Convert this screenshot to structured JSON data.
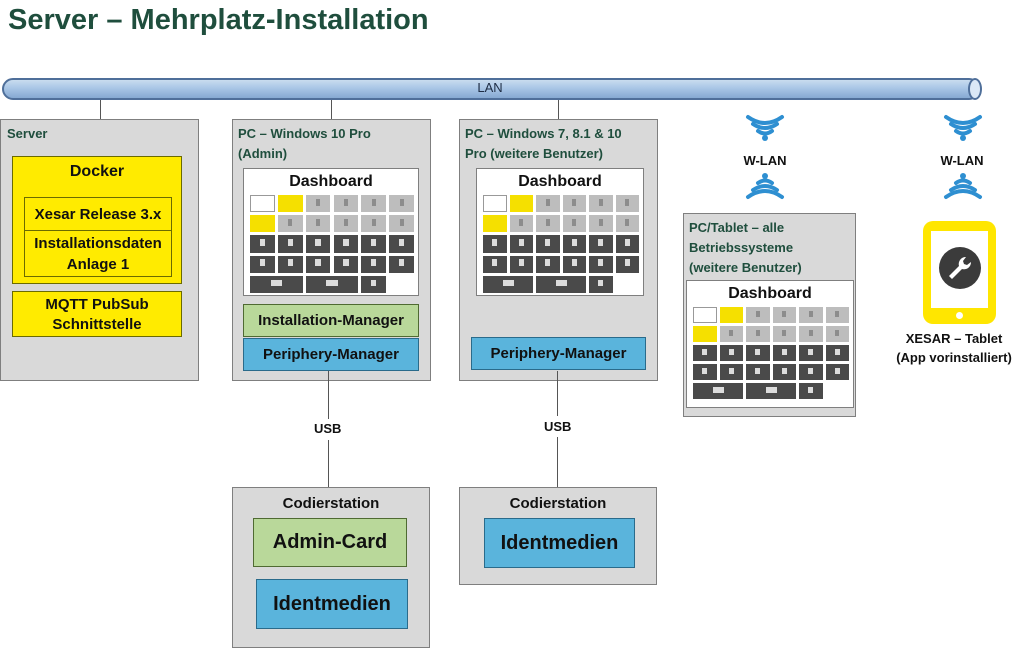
{
  "title": "Server – Mehrplatz-Installation",
  "network": {
    "lan_label": "LAN",
    "usb_label": "USB",
    "wlan_label": "W-LAN"
  },
  "server": {
    "label": "Server",
    "docker": "Docker",
    "xesar_release": "Xesar Release 3.x",
    "install_data_line1": "Installationsdaten",
    "install_data_line2": "Anlage 1",
    "mqtt_line1": "MQTT PubSub",
    "mqtt_line2": "Schnittstelle"
  },
  "pc_admin": {
    "label_line1": "PC – Windows 10 Pro",
    "label_line2": "(Admin)",
    "dashboard": "Dashboard",
    "installation_manager": "Installation-Manager",
    "periphery_manager": "Periphery-Manager"
  },
  "pc_users": {
    "label_line1": "PC – Windows 7, 8.1 & 10",
    "label_line2": "Pro (weitere Benutzer)",
    "dashboard": "Dashboard",
    "periphery_manager": "Periphery-Manager"
  },
  "tablet_users": {
    "label_line1": "PC/Tablet – alle",
    "label_line2": "Betriebssysteme",
    "label_line3": "(weitere Benutzer)",
    "dashboard": "Dashboard"
  },
  "xesar_tablet": {
    "label_line1": "XESAR – Tablet",
    "label_line2": "(App vorinstalliert)",
    "icon": "wrench-icon"
  },
  "codierstation_admin": {
    "label": "Codierstation",
    "admin_card": "Admin-Card",
    "identmedien": "Identmedien"
  },
  "codierstation_users": {
    "label": "Codierstation",
    "identmedien": "Identmedien"
  },
  "colors": {
    "title": "#1f4e3d",
    "yellow": "#ffeb00",
    "green": "#b9d89a",
    "blue": "#5ab4dc",
    "box_gray": "#d9d9d9",
    "wifi": "#2e8fd1"
  }
}
